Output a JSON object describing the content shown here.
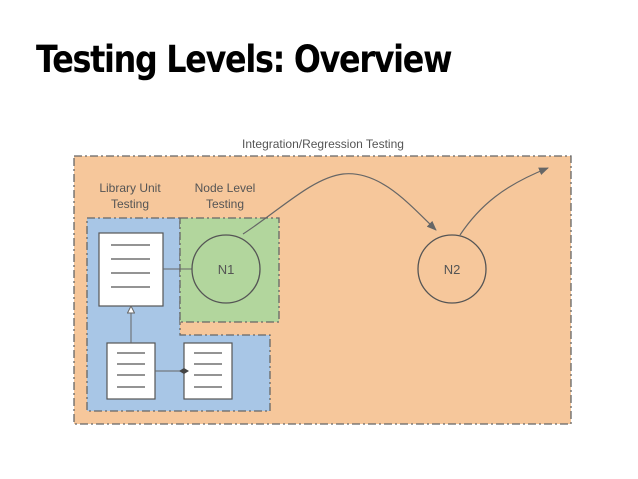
{
  "slide": {
    "title": "Testing Levels: Overview"
  },
  "diagram": {
    "regions": {
      "integration": "Integration/Regression Testing",
      "library_unit_line1": "Library Unit",
      "library_unit_line2": "Testing",
      "node_level_line1": "Node Level",
      "node_level_line2": "Testing"
    },
    "nodes": [
      {
        "id": "n1",
        "label": "N1"
      },
      {
        "id": "n2",
        "label": "N2"
      }
    ],
    "colors": {
      "integration_fill": "#f6c79b",
      "library_fill": "#a8c6e6",
      "node_fill": "#b2d69d",
      "border": "#666666",
      "document_fill": "#ffffff"
    }
  }
}
